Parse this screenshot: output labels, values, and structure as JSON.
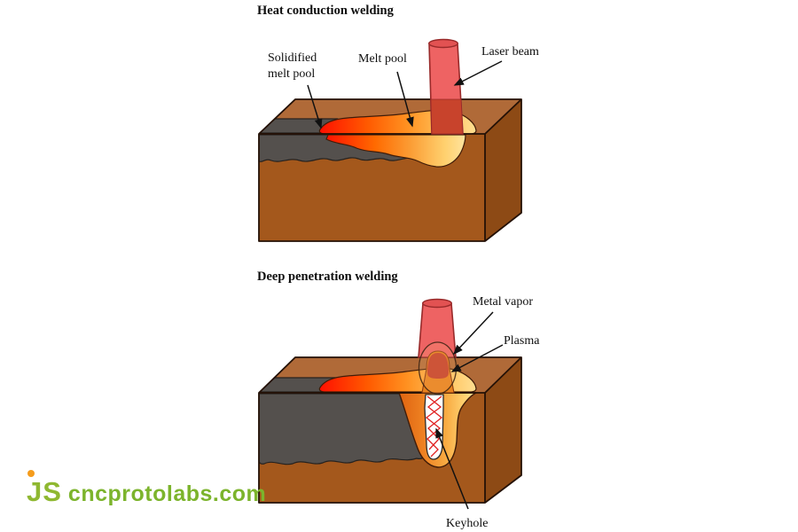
{
  "figure1": {
    "title": "Heat conduction welding",
    "label_solidified": "Solidified melt pool",
    "label_melt_pool": "Melt pool",
    "label_laser_beam": "Laser beam"
  },
  "figure2": {
    "title": "Deep penetration welding",
    "label_metal_vapor": "Metal vapor",
    "label_plasma": "Plasma",
    "label_keyhole": "Keyhole"
  },
  "watermark": {
    "initials": "JS",
    "site": "cncprotolabs.com"
  },
  "colors": {
    "block_top": "#b06a38",
    "block_front": "#a4581c",
    "block_side": "#8d4a15",
    "solidified_gray": "#54504d",
    "laser_beam_pink": "#ee6363",
    "laser_beam_dark": "#c8432c",
    "melt_red": "#ff1200",
    "melt_orange": "#ff7a00",
    "melt_yellow": "#ffe096",
    "metal_vapor_orange": "#e8821e",
    "metal_vapor_core": "#c4402a",
    "keyhole_white": "#ffffff",
    "keyhole_zigzag_red": "#e02020",
    "logo_green": "#7cb42c",
    "logo_dot_orange": "#f59c1c"
  }
}
